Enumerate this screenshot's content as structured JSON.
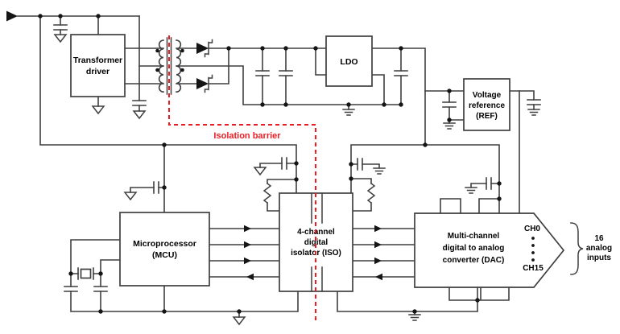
{
  "blocks": {
    "transformer_driver": {
      "lines": [
        "Transformer",
        "driver"
      ]
    },
    "ldo": {
      "label": "LDO"
    },
    "vref": {
      "lines": [
        "Voltage",
        "reference",
        "(REF)"
      ]
    },
    "mcu": {
      "lines": [
        "Microprocessor",
        "(MCU)"
      ]
    },
    "iso": {
      "lines": [
        "4-channel",
        "digital",
        "isolator (ISO)"
      ]
    },
    "dac": {
      "lines": [
        "Multi-channel",
        "digital to analog",
        "converter (DAC)"
      ],
      "ch_first": "CH0",
      "ch_last": "CH15"
    }
  },
  "labels": {
    "isolation_barrier": "Isolation barrier",
    "analog_inputs": {
      "lines": [
        "16",
        "analog",
        "inputs"
      ]
    }
  },
  "colors": {
    "wire": "#3f3f3f",
    "junction": "#151515",
    "isolation_barrier_red": "#ed1c24",
    "background": "#ffffff",
    "text": "#000000"
  },
  "symbols": {
    "signal_ground": "open-triangle-ground",
    "chassis_ground": "earth-bar-ground",
    "junction": "filled-dot",
    "rectifier": "schottky-diode",
    "transformer": "center-tapped-transformer"
  }
}
